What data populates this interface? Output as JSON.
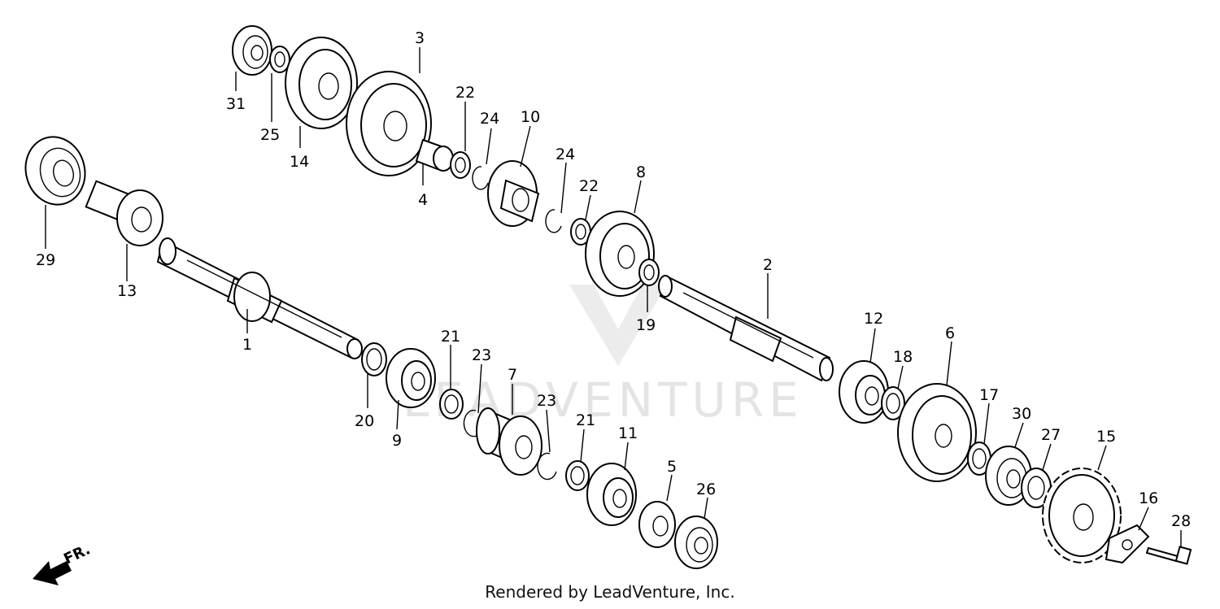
{
  "watermark": "LEADVENTURE",
  "footer": "Rendered by LeadVenture, Inc.",
  "direction_label": "FR.",
  "callouts": {
    "p1": "1",
    "p2": "2",
    "p3": "3",
    "p4": "4",
    "p5": "5",
    "p6": "6",
    "p7": "7",
    "p8": "8",
    "p9": "9",
    "p10": "10",
    "p11": "11",
    "p12": "12",
    "p13": "13",
    "p14": "14",
    "p15": "15",
    "p16": "16",
    "p17": "17",
    "p18": "18",
    "p19": "19",
    "p20": "20",
    "p21a": "21",
    "p21b": "21",
    "p22a": "22",
    "p22b": "22",
    "p23a": "23",
    "p23b": "23",
    "p24a": "24",
    "p24b": "24",
    "p25": "25",
    "p26": "26",
    "p27": "27",
    "p28": "28",
    "p29": "29",
    "p30": "30",
    "p31": "31"
  }
}
